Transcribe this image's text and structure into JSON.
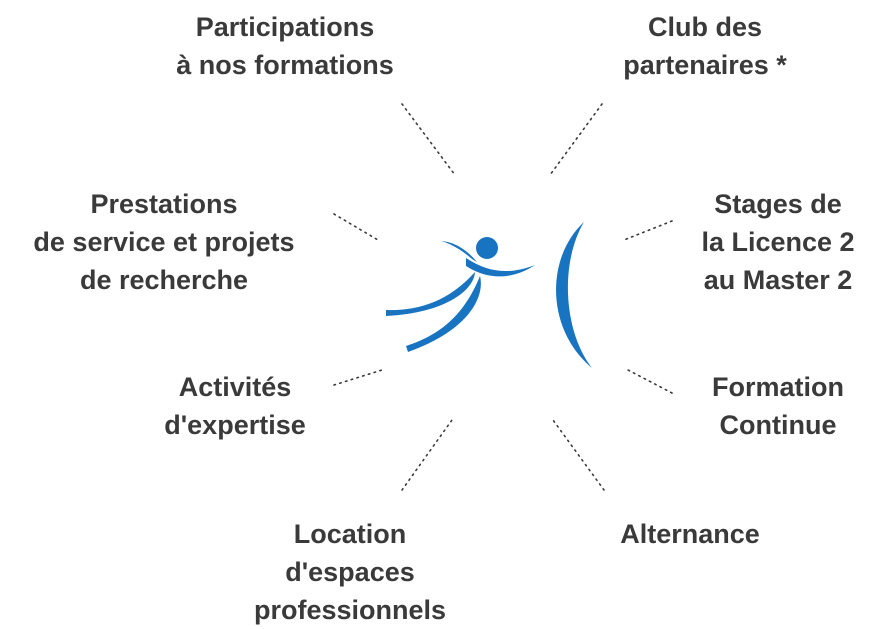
{
  "colors": {
    "text": "#3a3a3a",
    "dots": "#3a3a3a",
    "logo_blue": "#1874c1"
  },
  "center_logo": {
    "icon": "dancing-figure-logo-icon"
  },
  "labels": {
    "participations": [
      "Participations",
      "à nos formations"
    ],
    "club": [
      "Club des",
      "partenaires *"
    ],
    "prestations": [
      "Prestations",
      "de service et projets",
      "de recherche"
    ],
    "stages": [
      "Stages de",
      "la Licence 2",
      "au Master 2"
    ],
    "activites": [
      "Activités",
      "d'expertise"
    ],
    "formation_continue": [
      "Formation",
      "Continue"
    ],
    "location": [
      "Location",
      "d'espaces",
      "professionnels"
    ],
    "alternance": [
      "Alternance"
    ]
  }
}
